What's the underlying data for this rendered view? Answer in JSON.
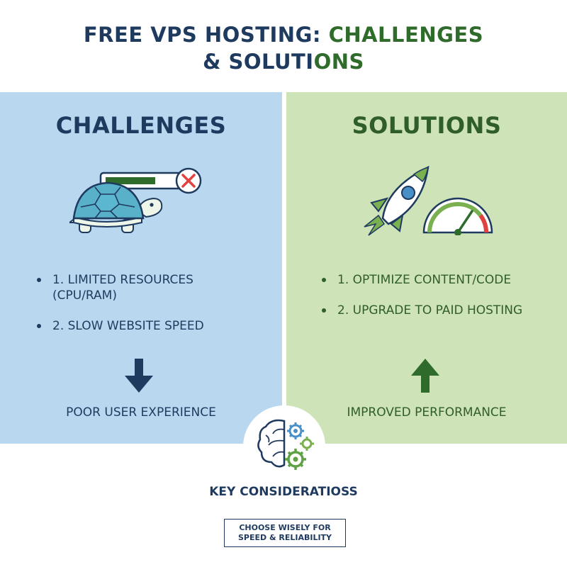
{
  "title": {
    "part1": "FREE VPS HOSTING: ",
    "part2": "CHALLENGES",
    "part3": "& SOLUTI",
    "part4": "ONS"
  },
  "challenges": {
    "heading": "CHALLENGES",
    "items": [
      "1. LIMITED RESOURCES (CPU/RAM)",
      "2. SLOW WEBSITE SPEED"
    ],
    "outcome": "POOR USER EXPERIENCE",
    "icons": [
      "turtle-icon",
      "loading-bar-icon",
      "error-x-icon",
      "arrow-down-icon"
    ]
  },
  "solutions": {
    "heading": "SOLUTIONS",
    "items": [
      "1. OPTIMIZE CONTENT/CODE",
      "2. UPGRADE TO PAID HOSTING"
    ],
    "outcome": "IMPROVED PERFORMANCE",
    "icons": [
      "rocket-icon",
      "speedometer-icon",
      "arrow-up-icon"
    ]
  },
  "key": {
    "title": "KEY CONSIDERATIOSS",
    "cta_line1": "CHOOSE WISELY FOR",
    "cta_line2": "SPEED & RELIABILITY",
    "icon": "brain-gears-icon"
  },
  "colors": {
    "navy": "#1f3a5f",
    "green": "#2f6b2b",
    "left_panel": "#b9d8ef",
    "right_panel": "#cfe3b9",
    "turtle": "#58b0c9",
    "rocket_blue": "#4a90c8",
    "flame_green": "#7ab050",
    "error_red": "#e34040"
  }
}
